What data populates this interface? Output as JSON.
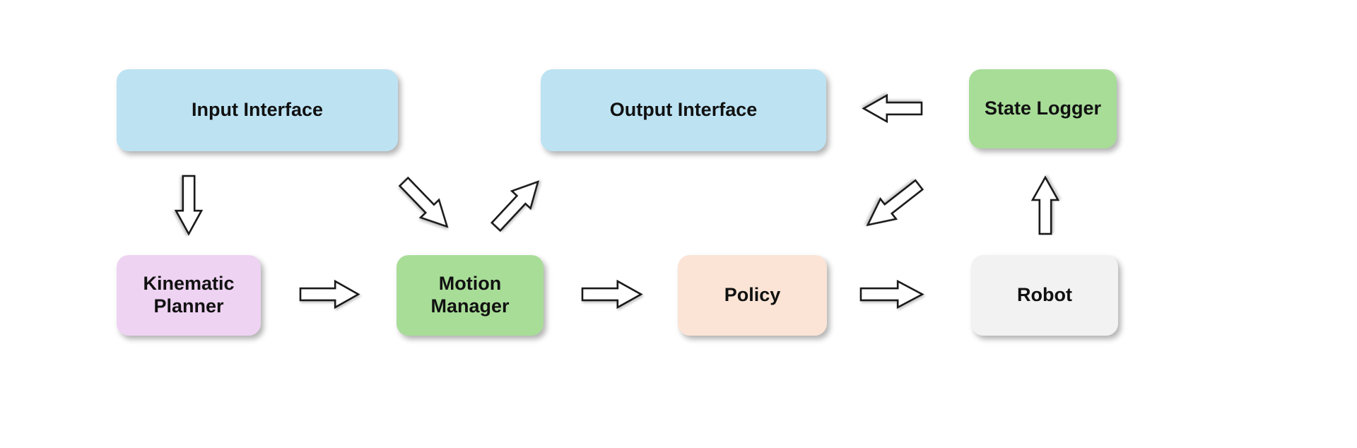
{
  "diagram": {
    "background": "#ffffff",
    "text_color": "#111111",
    "arrow_style": {
      "fill": "#ffffff",
      "stroke": "#1a1a1a"
    },
    "nodes": [
      {
        "id": "input-interface",
        "label": "Input Interface",
        "color": "#bde3f3"
      },
      {
        "id": "output-interface",
        "label": "Output Interface",
        "color": "#bde3f3"
      },
      {
        "id": "state-logger",
        "label": "State Logger",
        "color": "#a8dd98"
      },
      {
        "id": "kinematic-planner",
        "label": "Kinematic Planner",
        "color": "#eed3f2"
      },
      {
        "id": "motion-manager",
        "label": "Motion Manager",
        "color": "#a8dd98"
      },
      {
        "id": "policy",
        "label": "Policy",
        "color": "#fbe4d5"
      },
      {
        "id": "robot",
        "label": "Robot",
        "color": "#f2f2f2"
      }
    ],
    "edges": [
      {
        "from": "input-interface",
        "to": "kinematic-planner",
        "direction": "down"
      },
      {
        "from": "kinematic-planner",
        "to": "motion-manager",
        "direction": "right"
      },
      {
        "from": "input-interface",
        "to": "motion-manager",
        "direction": "down-right"
      },
      {
        "from": "motion-manager",
        "to": "output-interface",
        "direction": "up-right"
      },
      {
        "from": "motion-manager",
        "to": "policy",
        "direction": "right"
      },
      {
        "from": "policy",
        "to": "robot",
        "direction": "right"
      },
      {
        "from": "state-logger",
        "to": "output-interface",
        "direction": "left"
      },
      {
        "from": "state-logger",
        "to": "policy",
        "direction": "down-left"
      },
      {
        "from": "robot",
        "to": "state-logger",
        "direction": "up"
      }
    ]
  }
}
